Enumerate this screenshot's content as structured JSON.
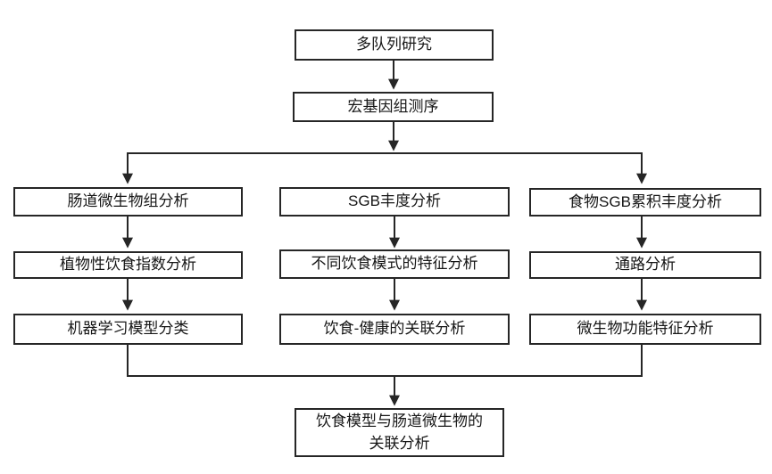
{
  "diagram": {
    "type": "flowchart",
    "colors": {
      "line": "#262626",
      "box_border": "#262626",
      "box_fill": "#ffffff",
      "text": "#161616",
      "background": "#ffffff"
    },
    "nodes": {
      "cohort_study": "多队列研究",
      "metagenomic_sequencing": "宏基因组测序",
      "gut_microbiome_analysis": "肠道微生物组分析",
      "plant_diet_index_analysis": "植物性饮食指数分析",
      "ml_model_classification": "机器学习模型分类",
      "sgb_abundance_analysis": "SGB丰度分析",
      "diet_pattern_feature_analysis": "不同饮食模式的特征分析",
      "diet_health_association_analysis": "饮食-健康的关联分析",
      "food_sgb_cumulative_abundance_analysis": "食物SGB累积丰度分析",
      "pathway_analysis": "通路分析",
      "microbial_function_feature_analysis": "微生物功能特征分析",
      "final_association_analysis": {
        "line1": "饮食模型与肠道微生物的",
        "line2": "关联分析"
      }
    }
  }
}
